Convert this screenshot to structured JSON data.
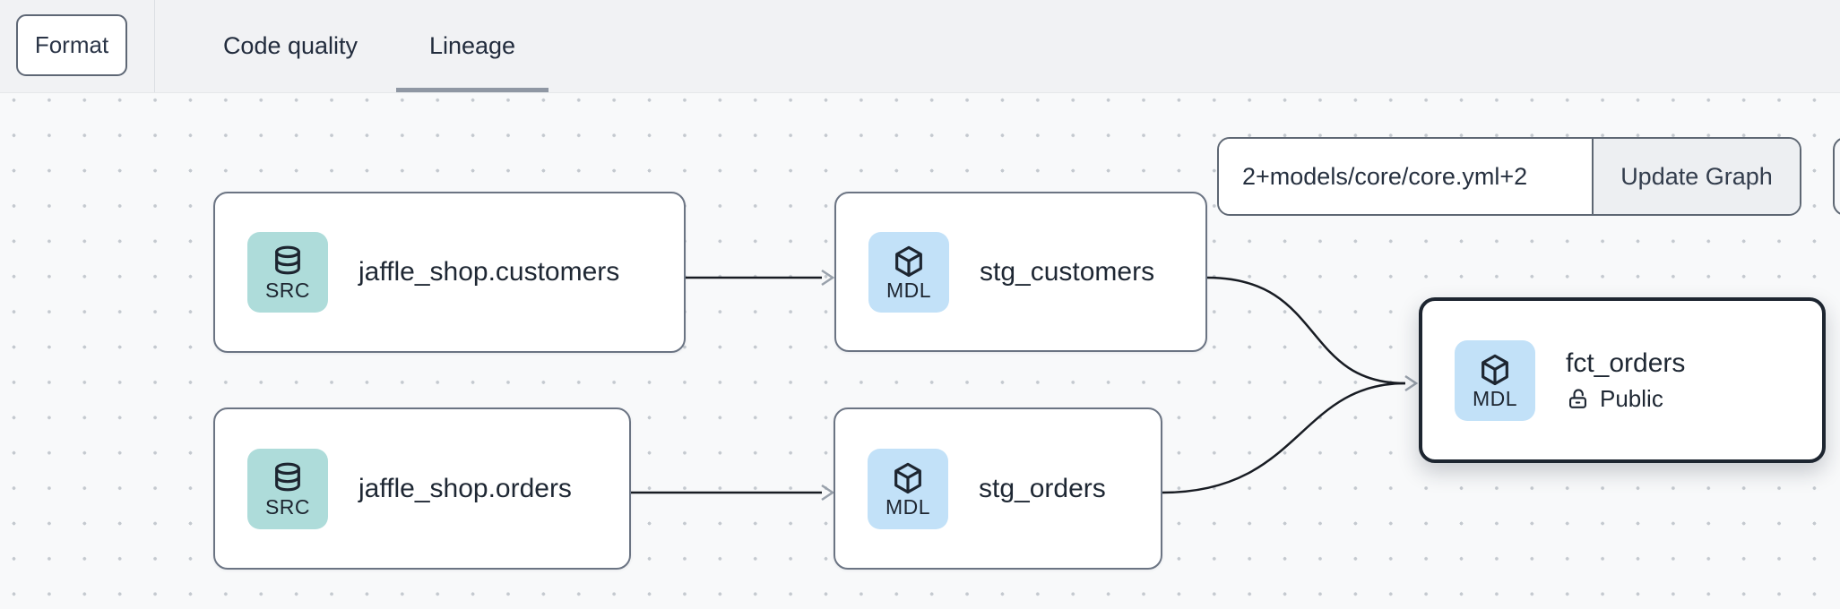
{
  "topbar": {
    "format_button": "Format",
    "tabs": [
      {
        "label": "Code quality",
        "active": false
      },
      {
        "label": "Lineage",
        "active": true
      }
    ]
  },
  "controls": {
    "selector_value": "2+models/core/core.yml+2",
    "update_button": "Update Graph"
  },
  "nodes": [
    {
      "id": "jaffle_shop.customers",
      "type_badge": "SRC",
      "icon": "database",
      "label": "jaffle_shop.customers"
    },
    {
      "id": "stg_customers",
      "type_badge": "MDL",
      "icon": "cube",
      "label": "stg_customers"
    },
    {
      "id": "jaffle_shop.orders",
      "type_badge": "SRC",
      "icon": "database",
      "label": "jaffle_shop.orders"
    },
    {
      "id": "stg_orders",
      "type_badge": "MDL",
      "icon": "cube",
      "label": "stg_orders"
    },
    {
      "id": "fct_orders",
      "type_badge": "MDL",
      "icon": "cube",
      "label": "fct_orders",
      "access": "Public",
      "selected": true
    }
  ],
  "edges": [
    {
      "from": "jaffle_shop.customers",
      "to": "stg_customers"
    },
    {
      "from": "jaffle_shop.orders",
      "to": "stg_orders"
    },
    {
      "from": "stg_customers",
      "to": "fct_orders"
    },
    {
      "from": "stg_orders",
      "to": "fct_orders"
    }
  ],
  "colors": {
    "topbar_bg": "#f1f2f4",
    "canvas_bg": "#f8f9fa",
    "canvas_dot": "#c4c9cf",
    "active_tab_underline": "#8f97a3",
    "node_border": "#6b7483",
    "selected_node_border": "#1d2530",
    "source_badge_bg": "#aedcda",
    "model_badge_bg": "#c2e1f8",
    "edge_stroke": "#181c23",
    "arrowhead": "#99a1ab",
    "text_dark": "#1e2733"
  }
}
